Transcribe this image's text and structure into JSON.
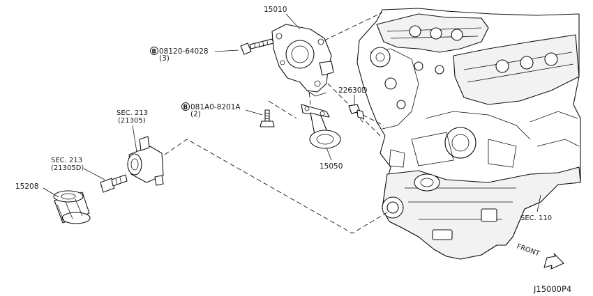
{
  "labels": {
    "pump_part": "15010",
    "bolt_a_code": "08120-64028",
    "bolt_a_qty": "(3)",
    "bolt_b_code": "081A0-8201A",
    "bolt_b_qty": "(2)",
    "sensor_part": "22630D",
    "strainer_part": "15050",
    "cooler_sec": "SEC. 213",
    "cooler_sub": "(21305)",
    "connector_sec": "SEC. 213",
    "connector_sub": "(21305D)",
    "filter_part": "15208",
    "block_sec": "SEC. 110",
    "front": "FRONT",
    "diagram_code": "J15000P4"
  },
  "icons": {
    "bolt_marker_a": "circled-b-icon",
    "bolt_marker_b": "circled-b-icon"
  }
}
